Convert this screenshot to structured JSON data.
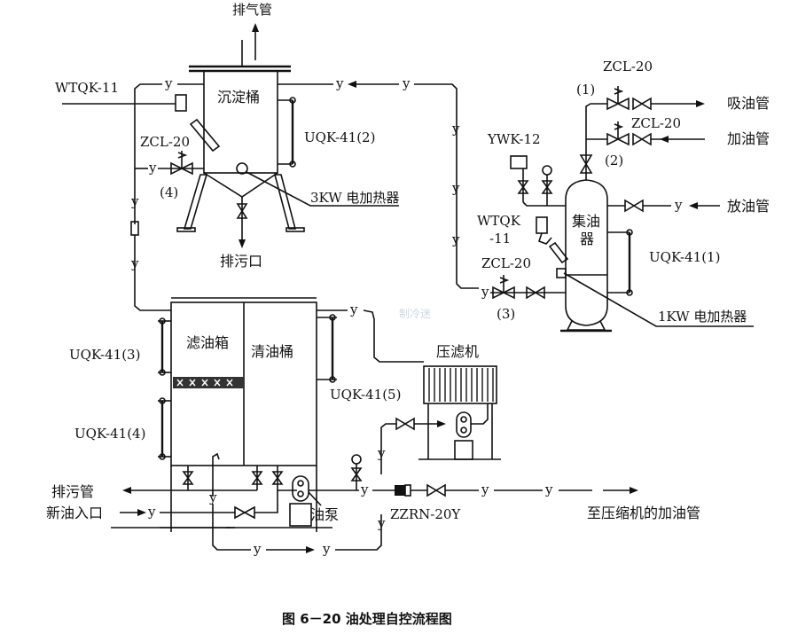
{
  "labels": {
    "exhaust_pipe": "排气管",
    "settling_tank": "沉淀桶",
    "wtqk_left": "WTQK-11",
    "zcl_left": "ZCL-20",
    "zcl_left_no": "(4)",
    "uqk2": "UQK-41(2)",
    "heater_3kw": "3KW  电加热器",
    "sewage_outlet": "排污口",
    "zcl1": "ZCL-20",
    "zcl1_no": "(1)",
    "suction_pipe": "吸油管",
    "zcl2": "ZCL-20",
    "zcl2_no": "(2)",
    "fill_pipe": "加油管",
    "ywk": "YWK-12",
    "drain_oil_pipe": "放油管",
    "wtqk_right_1": "WTQK",
    "wtqk_right_2": "-11",
    "oil_collector_1": "集油",
    "oil_collector_2": "器",
    "uqk1": "UQK-41(1)",
    "zcl3": "ZCL-20",
    "zcl3_no": "(3)",
    "heater_1kw": "1KW  电加热器",
    "filter_tank": "滤油箱",
    "clean_tank": "清油桶",
    "uqk3": "UQK-41(3)",
    "uqk4": "UQK-41(4)",
    "uqk5": "UQK-41(5)",
    "filter_press": "压滤机",
    "sewage_pipe": "排污管",
    "new_oil_inlet": "新油入口",
    "oil_pump": "油泵",
    "zzrn": "ZZRN-20Y",
    "to_compressor": "至压缩机的加油管",
    "y": "y"
  },
  "caption": "图 6－20   油处理自控流程图",
  "watermark": "制冷迷"
}
